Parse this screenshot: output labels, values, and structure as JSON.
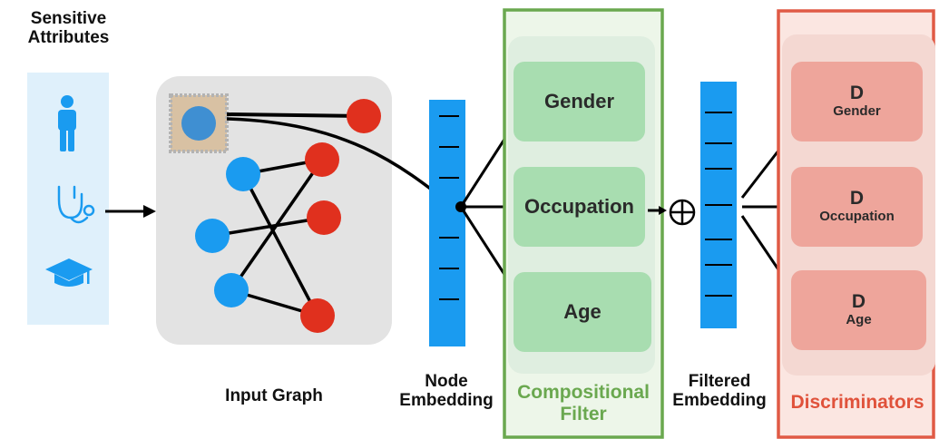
{
  "sensitive_attributes": {
    "title_line1": "Sensitive",
    "title_line2": "Attributes",
    "icons": [
      "person-icon",
      "stethoscope-icon",
      "graduation-cap-icon"
    ]
  },
  "input_graph": {
    "label": "Input Graph"
  },
  "node_embedding": {
    "label_line1": "Node",
    "label_line2": "Embedding"
  },
  "compositional_filter": {
    "title_line1": "Compositional",
    "title_line2": "Filter",
    "filters": [
      "Gender",
      "Occupation",
      "Age"
    ]
  },
  "filtered_embedding": {
    "label_line1": "Filtered",
    "label_line2": "Embedding"
  },
  "discriminators": {
    "title": "Discriminators",
    "items": [
      {
        "symbol": "D",
        "attribute": "Gender"
      },
      {
        "symbol": "D",
        "attribute": "Occupation"
      },
      {
        "symbol": "D",
        "attribute": "Age"
      }
    ]
  },
  "colors": {
    "blue": "#1a9bf0",
    "red": "#e0301e",
    "green_frame": "#6aa84f",
    "red_frame": "#e05a45",
    "filter_box": "#a8ddb0",
    "disc_box": "#eea59b"
  }
}
